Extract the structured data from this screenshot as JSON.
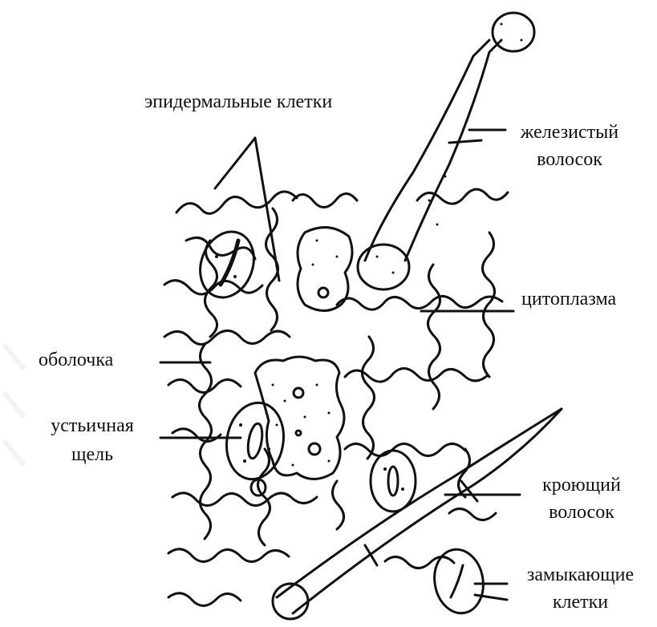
{
  "diagram": {
    "labels": {
      "epidermal": "эпидермальные клетки",
      "glandular_1": "железистый",
      "glandular_2": "волосок",
      "cytoplasm": "цитоплазма",
      "membrane": "оболочка",
      "stomatal_1": "устьичная",
      "stomatal_2": "щель",
      "covering_1": "кроющий",
      "covering_2": "волосок",
      "guard_1": "замыкающие",
      "guard_2": "клетки"
    },
    "colors": {
      "ink": "#111111",
      "background": "#ffffff",
      "watermark": "#9a9a9a"
    }
  }
}
